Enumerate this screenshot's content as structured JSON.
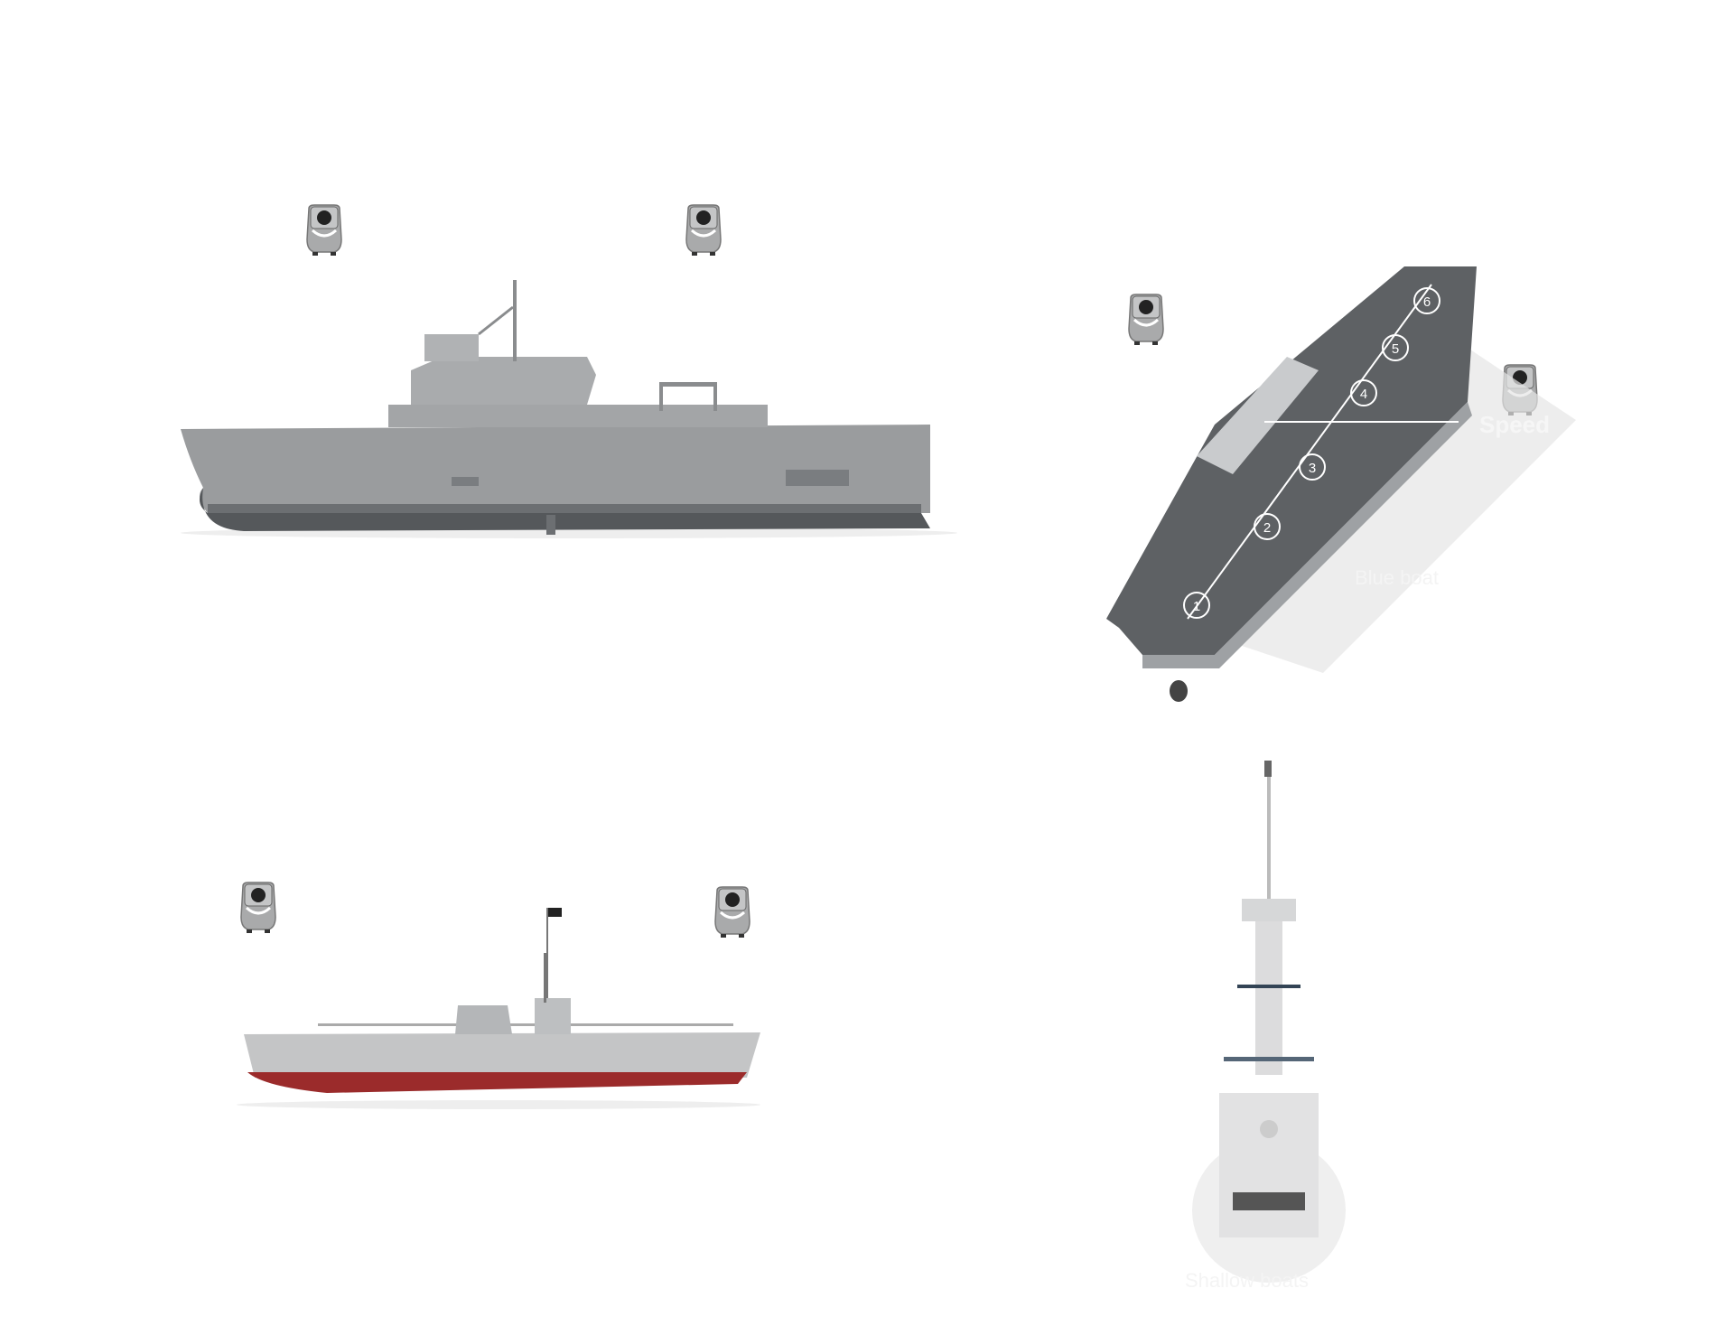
{
  "labels": {
    "speed": "Speed",
    "blue_boat": "Blue boat",
    "shallow_boats": "Shallow boats"
  },
  "carrier_deck_spots": [
    "1",
    "2",
    "3",
    "4",
    "5",
    "6"
  ],
  "colors": {
    "hull_gray": "#8e9092",
    "deck_dark": "#5c5f62",
    "hull_red": "#9b2b2b",
    "light_gray": "#c8c9ca"
  }
}
